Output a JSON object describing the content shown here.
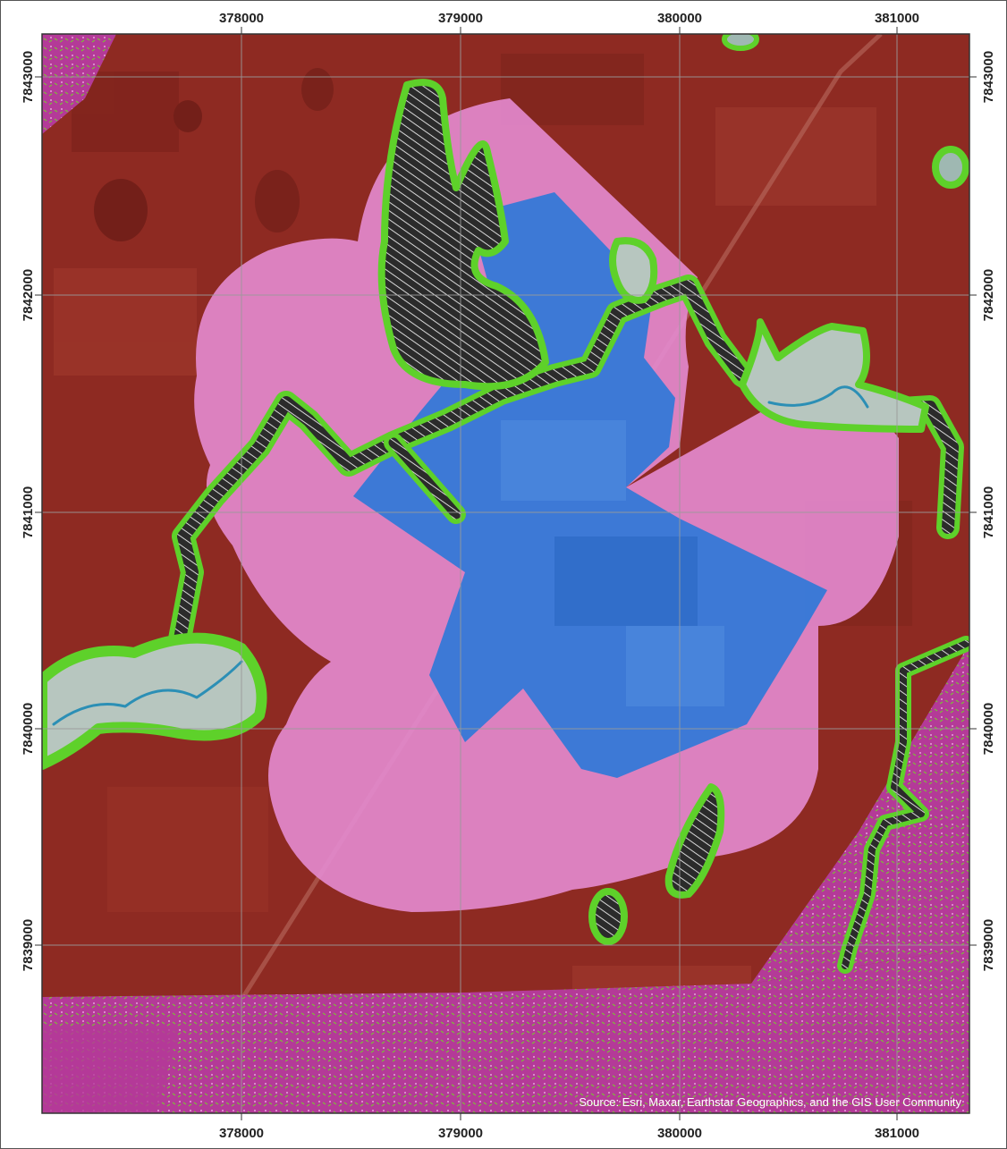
{
  "map": {
    "x_ticks": [
      "378000",
      "379000",
      "380000",
      "381000"
    ],
    "y_ticks": [
      "7843000",
      "7842000",
      "7841000",
      "7840000",
      "7839000"
    ],
    "attribution": "Source: Esri, Maxar, Earthstar Geographics, and the GIS User Community"
  },
  "colors": {
    "background_land": "#8e2a22",
    "buffer_zone": "#e48bd0",
    "urban_zone": "#2f78d8",
    "riparian_outline": "#5ed12a",
    "hatched_area": "#2b2b2b",
    "protected_area": "#c43fa6",
    "grid": "#9a9a9a"
  }
}
